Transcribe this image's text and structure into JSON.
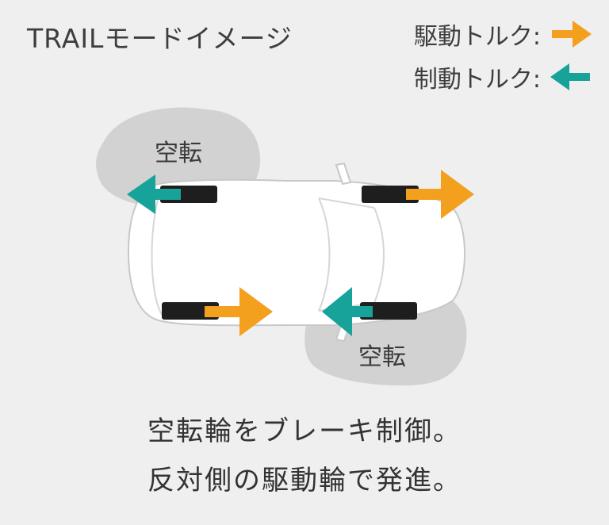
{
  "title": "TRAILモードイメージ",
  "legend": [
    {
      "label": "駆動トルク:",
      "arrow_color": "#f2a01e",
      "direction": "right"
    },
    {
      "label": "制動トルク:",
      "arrow_color": "#17a39a",
      "direction": "left"
    }
  ],
  "slip_labels": [
    "空転",
    "空転"
  ],
  "captions": [
    "空転輪をブレーキ制御。",
    "反対側の駆動輪で発進。"
  ],
  "colors": {
    "background": "#efefef",
    "slip_area": "#d2d2d2",
    "car_body": "#ffffff",
    "car_outline": "#c8c8c8",
    "tire": "#1e1e1e",
    "drive_arrow": "#f2a01e",
    "brake_arrow": "#17a39a"
  }
}
